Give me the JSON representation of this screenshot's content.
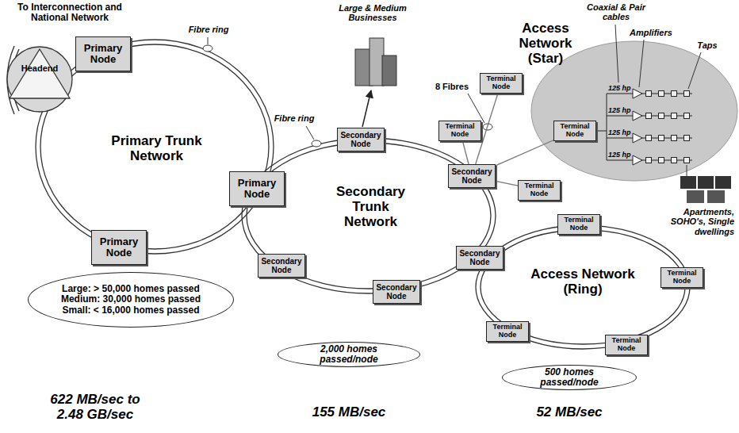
{
  "diagram": {
    "nodes": [
      {
        "text": [
          "Headend"
        ]
      },
      {
        "text": [
          "Primary Node"
        ]
      },
      {
        "text": [
          "Primary Node"
        ]
      },
      {
        "text": [
          "Primary Node"
        ]
      },
      {
        "text": [
          "Secondary Node"
        ]
      },
      {
        "text": [
          "Secondary Node"
        ]
      },
      {
        "text": [
          "Secondary Node"
        ]
      },
      {
        "text": [
          "Secondary Node"
        ]
      },
      {
        "text": [
          "Secondary Node"
        ]
      },
      {
        "text": [
          "Terminal Node"
        ]
      },
      {
        "text": [
          "Terminal Node"
        ]
      },
      {
        "text": [
          "Terminal Node"
        ]
      },
      {
        "text": [
          "Terminal Node"
        ]
      },
      {
        "text": [
          "Terminal Node"
        ]
      },
      {
        "text": [
          "Terminal Node"
        ]
      },
      {
        "text": [
          "Terminal Node"
        ]
      },
      {
        "text": [
          "Terminal Node"
        ]
      },
      {
        "text": [
          "Large: > 50,000 homes passed",
          "Medium: 30,000 homes passed",
          "Small: < 16,000 homes passed"
        ]
      },
      {
        "text": [
          "2,000 homes passed/node"
        ]
      },
      {
        "text": [
          "500 homes passed/node"
        ]
      }
    ],
    "edges": [
      {
        "from": 5,
        "to": 9,
        "arrow": "none"
      },
      {
        "from": 5,
        "to": 10,
        "arrow": "none"
      },
      {
        "from": 5,
        "to": 12,
        "arrow": "none"
      },
      {
        "from": 5,
        "to": 11,
        "arrow": "none"
      }
    ],
    "labels": [
      "To Interconnection and National Network",
      "Fibre ring",
      "Primary Trunk Network",
      "Fibre ring",
      "Large & Medium Businesses",
      "Secondary Trunk Network",
      "8 Fibres",
      "Access Network (Star)",
      "Coaxial & Pair cables",
      "Amplifiers",
      "Taps",
      "125 hp",
      "125 hp",
      "125 hp",
      "125 hp",
      "Apartments, SOHO's, Single dwellings",
      "Access Network (Ring)",
      "622 MB/sec to 2.48 GB/sec",
      "155 MB/sec",
      "52 MB/sec"
    ]
  }
}
